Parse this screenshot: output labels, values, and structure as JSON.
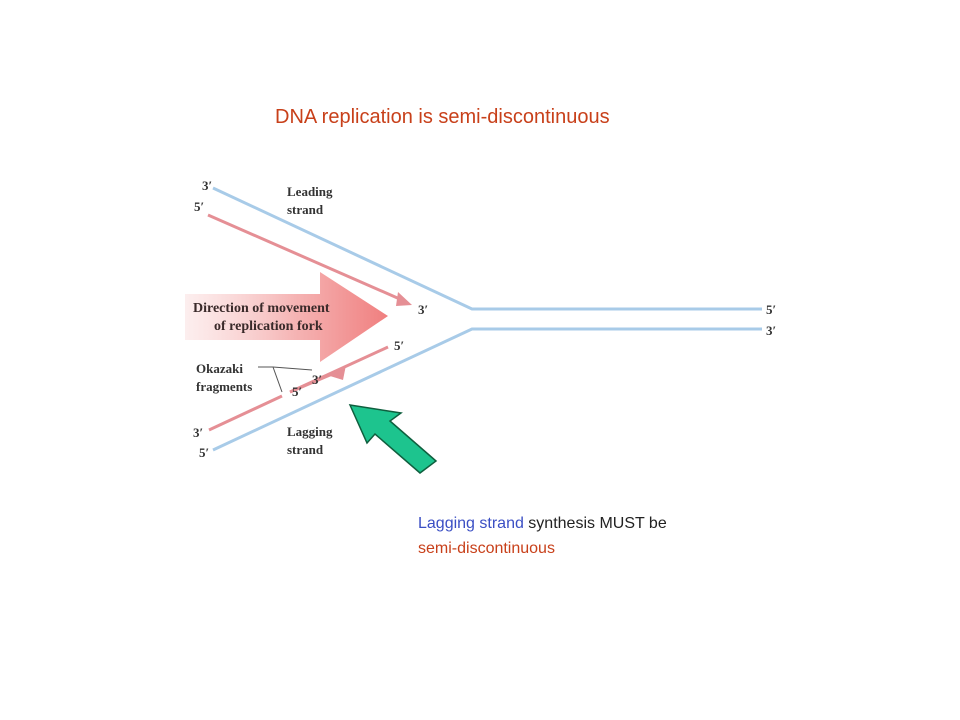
{
  "title": "DNA replication is semi-discontinuous",
  "diagram": {
    "leading_label_line1": "Leading",
    "leading_label_line2": "strand",
    "lagging_label_line1": "Lagging",
    "lagging_label_line2": "strand",
    "fork_label_line1": "Direction of movement",
    "fork_label_line2": "of replication fork",
    "okazaki_line1": "Okazaki",
    "okazaki_line2": "fragments",
    "end_top_left_3": "3′",
    "end_top_left_5": "5′",
    "end_leading_new_3": "3′",
    "end_right_top_5": "5′",
    "end_right_bottom_3": "3′",
    "end_okazaki1_5": "5′",
    "end_okazaki2_3": "3′",
    "end_okazaki2_5": "5′",
    "end_bottom_left_3": "3′",
    "end_bottom_left_5": "5′"
  },
  "caption": {
    "part_blue": "Lagging strand",
    "part_black": " synthesis MUST be",
    "part_red": "semi-discontinuous"
  },
  "colors": {
    "parental_strand": "#a8cbe8",
    "new_strand": "#e58f95",
    "fork_arrow": "#f08a8a",
    "pointer_arrow": "#1dc48e",
    "title": "#c8401a",
    "caption_blue": "#3b4fc4"
  }
}
